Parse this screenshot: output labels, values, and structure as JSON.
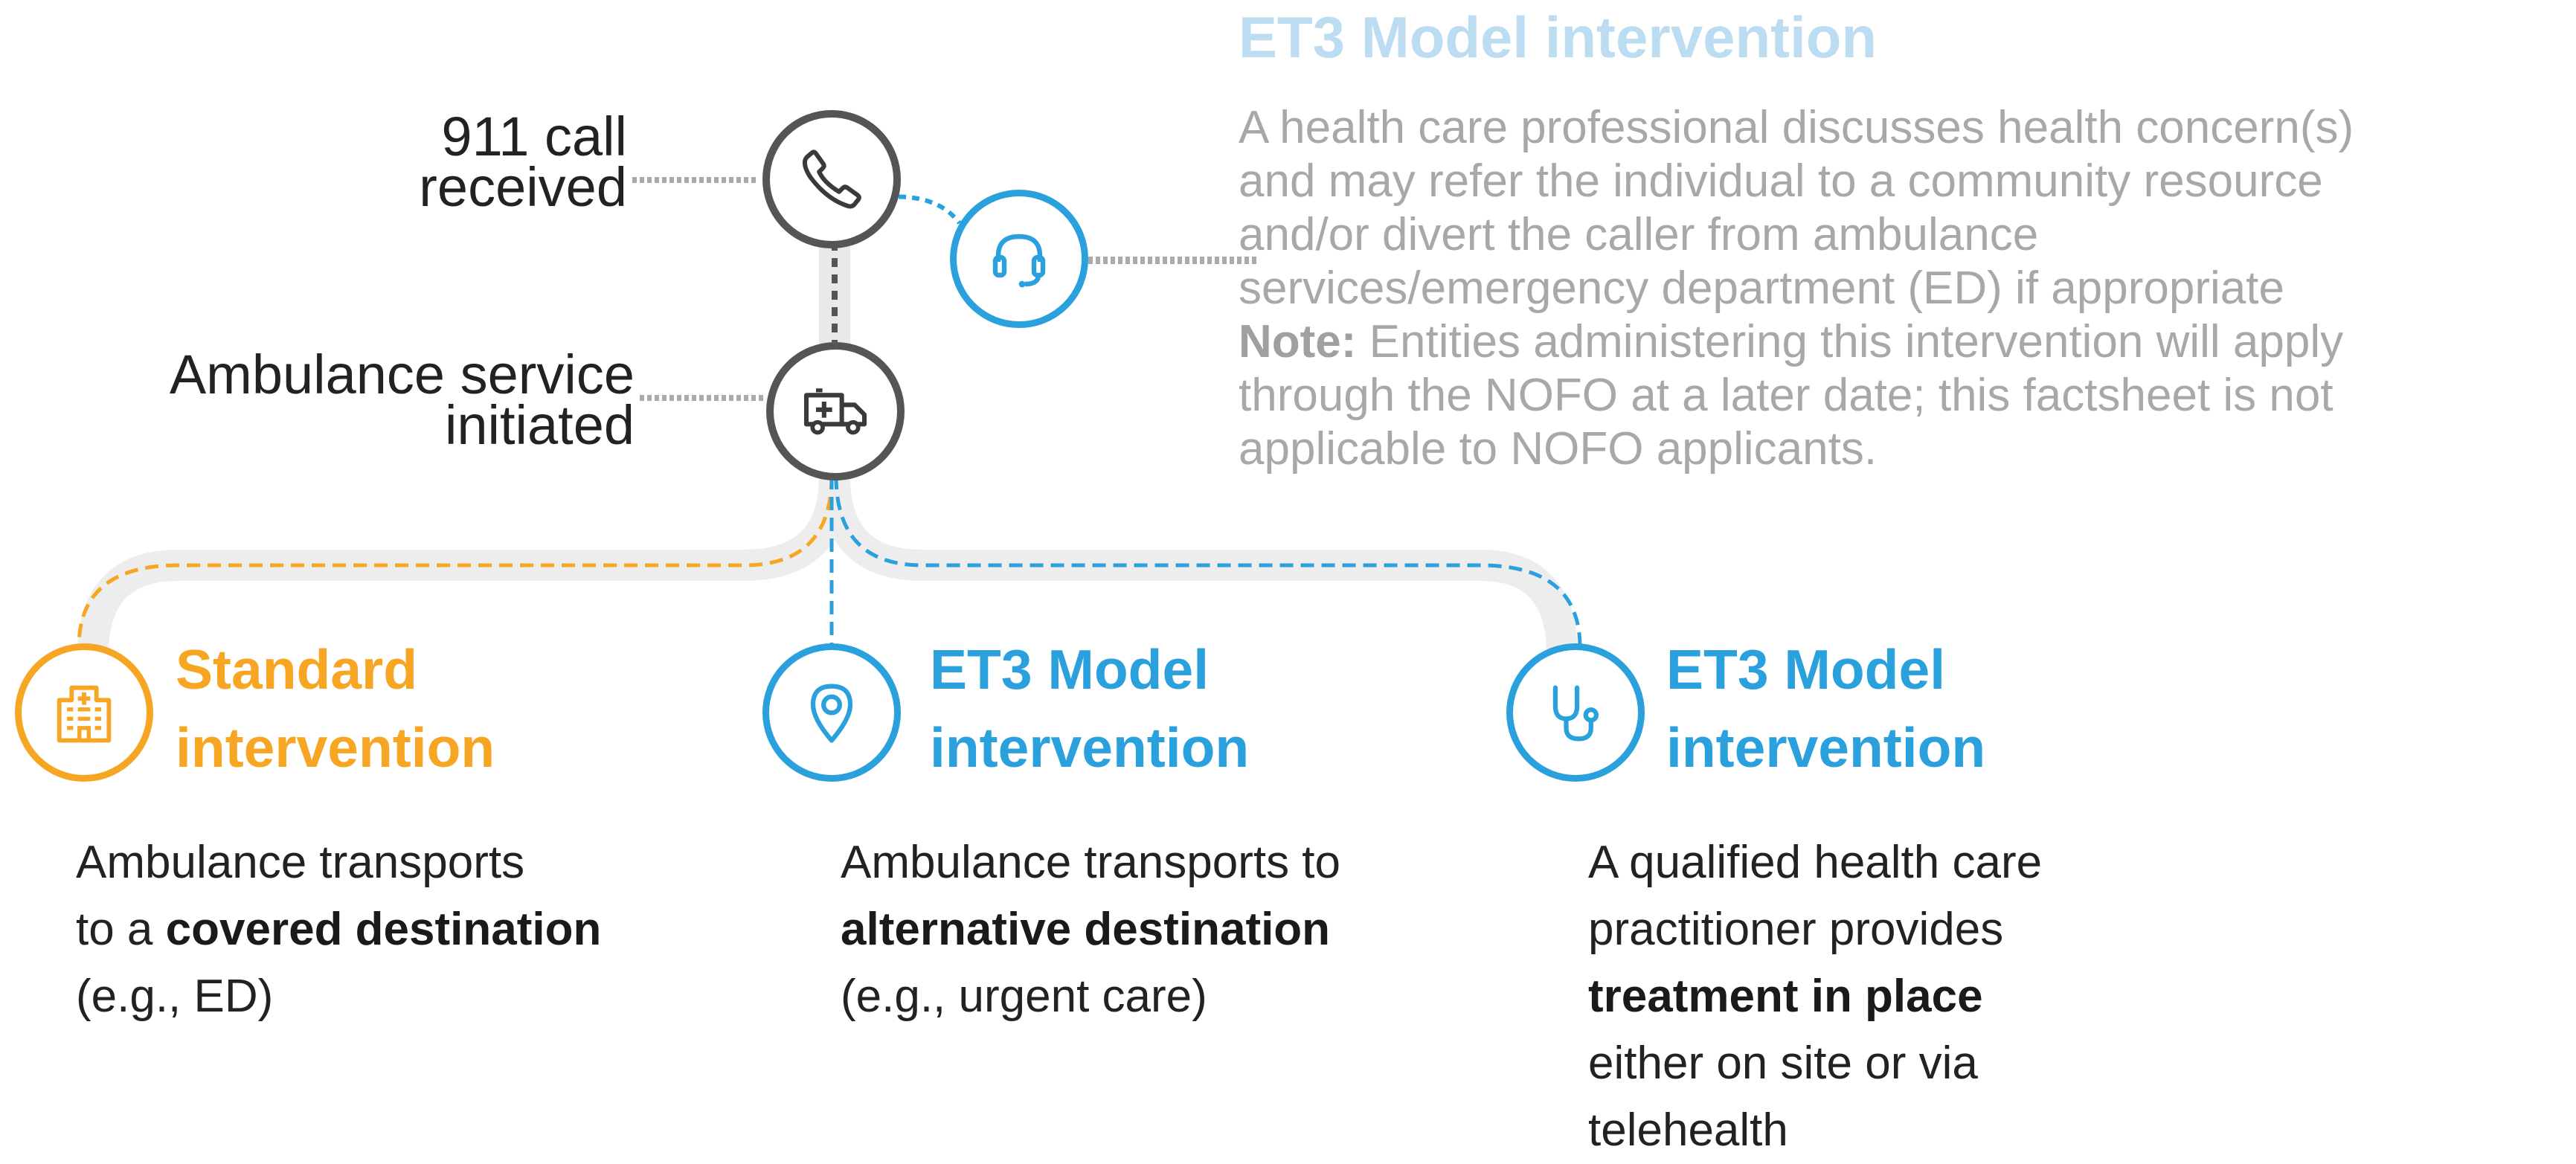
{
  "top": {
    "call_label_1": "911 call",
    "call_label_2": "received",
    "ambulance_label_1": "Ambulance service",
    "ambulance_label_2": "initiated"
  },
  "right_panel": {
    "title": "ET3 Model intervention",
    "lines": [
      "A health care professional discusses health concern(s)",
      "and may refer the individual to a community resource",
      "and/or divert the caller from ambulance",
      "services/emergency department (ED) if appropriate"
    ],
    "note_label": "Note:",
    "note_lines": [
      " Entities administering this intervention will apply",
      "through the NOFO at a later date; this factsheet is not",
      "applicable to NOFO applicants."
    ]
  },
  "columns": [
    {
      "title_1": "Standard",
      "title_2": "intervention",
      "body_1": "Ambulance transports",
      "body_2_pre": "to a ",
      "body_2_bold": "covered destination",
      "body_3": "(e.g., ED)"
    },
    {
      "title_1": "ET3 Model",
      "title_2": "intervention",
      "body_1": "Ambulance transports to",
      "body_2_bold": "alternative destination",
      "body_3": "(e.g., urgent care)"
    },
    {
      "title_1": "ET3 Model",
      "title_2": "intervention",
      "body_1": "A qualified health care",
      "body_2": "practitioner provides",
      "body_3_bold": "treatment in place",
      "body_4": "either on site or via",
      "body_5": "telehealth"
    }
  ],
  "icons": {
    "call": "phone-icon",
    "dispatch": "headset-icon",
    "ambulance": "ambulance-icon",
    "standard": "hospital-icon",
    "alternative": "location-pin-icon",
    "treatment": "stethoscope-icon"
  },
  "colors": {
    "gray": "#555555",
    "blue": "#2aa0dc",
    "orange": "#f6a623",
    "light_blue_title": "#bcdcf2",
    "muted_text": "#a8a8a8"
  }
}
